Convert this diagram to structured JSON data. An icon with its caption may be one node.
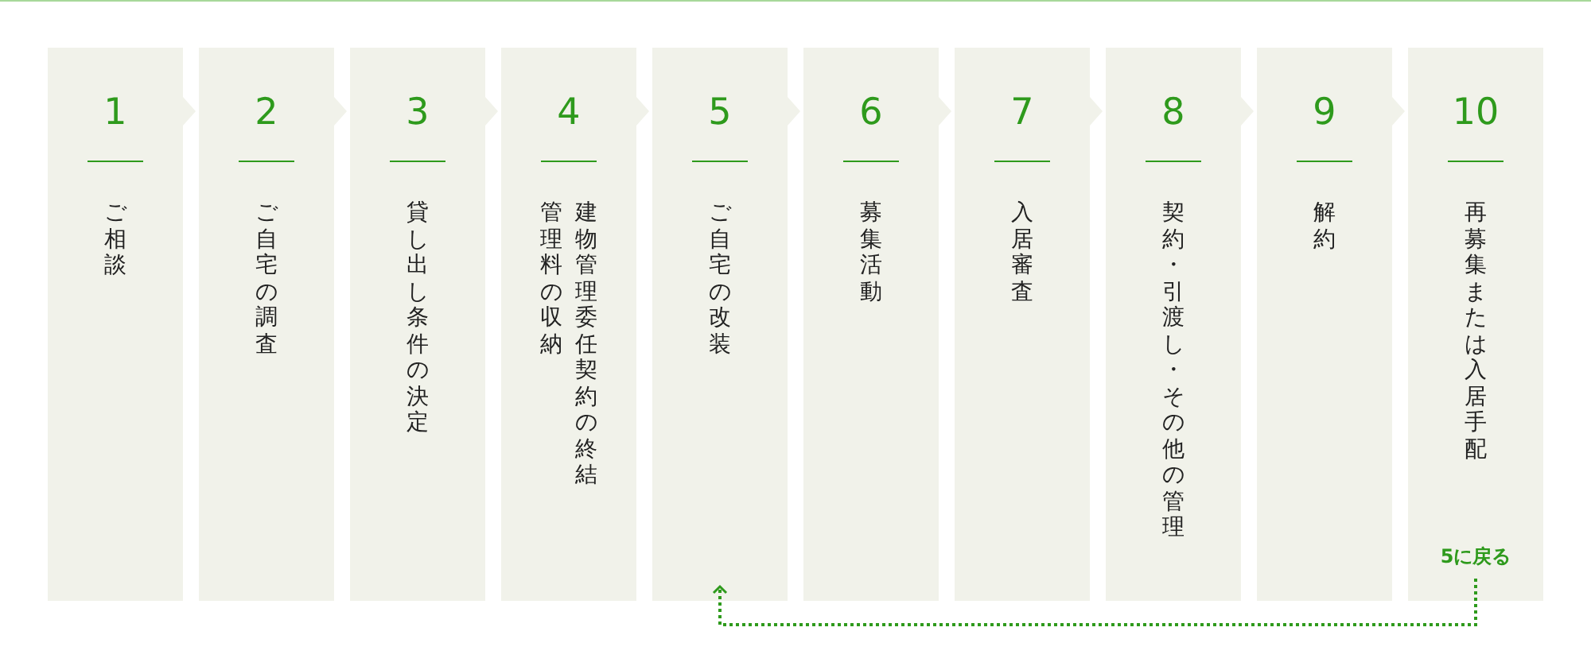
{
  "diagram": {
    "nodes": [
      {
        "text": [
          "1",
          "ご相談"
        ]
      },
      {
        "text": [
          "2",
          "ご自宅の調査"
        ]
      },
      {
        "text": [
          "3",
          "貸し出し条件の決定"
        ]
      },
      {
        "text": [
          "4",
          "管理料の収納",
          "建物管理委任契約の終結"
        ]
      },
      {
        "text": [
          "5",
          "ご自宅の改装"
        ]
      },
      {
        "text": [
          "6",
          "募集活動"
        ]
      },
      {
        "text": [
          "7",
          "入居審査"
        ]
      },
      {
        "text": [
          "8",
          "契約・引渡し・その他の管理"
        ]
      },
      {
        "text": [
          "9",
          "解約"
        ]
      },
      {
        "text": [
          "10",
          "再募集または入居手配"
        ]
      }
    ],
    "edges": [
      {
        "from": 0,
        "to": 1,
        "arrow": "to"
      },
      {
        "from": 1,
        "to": 2,
        "arrow": "to"
      },
      {
        "from": 2,
        "to": 3,
        "arrow": "to"
      },
      {
        "from": 3,
        "to": 4,
        "arrow": "to"
      },
      {
        "from": 4,
        "to": 5,
        "arrow": "to"
      },
      {
        "from": 5,
        "to": 6,
        "arrow": "to"
      },
      {
        "from": 6,
        "to": 7,
        "arrow": "to"
      },
      {
        "from": 7,
        "to": 8,
        "arrow": "to"
      },
      {
        "from": 8,
        "to": 9,
        "arrow": "to"
      },
      {
        "from": 9,
        "to": 4,
        "arrow": "to",
        "label": "5に戻る",
        "style": "dashed",
        "color": "#2e9a1c"
      }
    ]
  }
}
